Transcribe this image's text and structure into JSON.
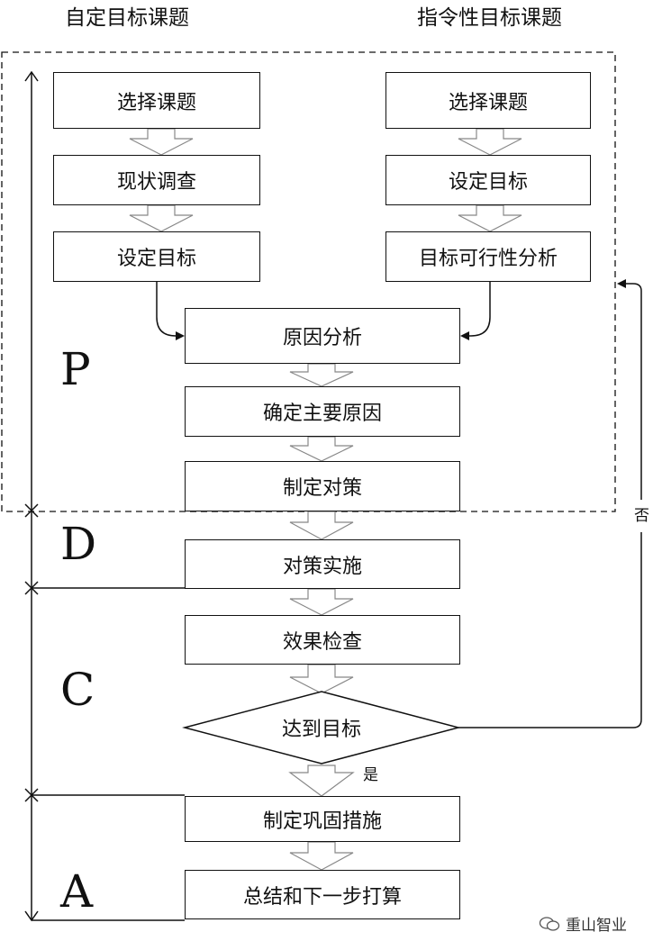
{
  "titles": {
    "left": "自定目标课题",
    "right": "指令性目标课题"
  },
  "left_flow": {
    "step1": "选择课题",
    "step2": "现状调查",
    "step3": "设定目标"
  },
  "right_flow": {
    "step1": "选择课题",
    "step2": "设定目标",
    "step3": "目标可行性分析"
  },
  "main_flow": {
    "cause_analysis": "原因分析",
    "main_cause": "确定主要原因",
    "countermeasure": "制定对策",
    "implement": "对策实施",
    "check": "效果检查",
    "decision": "达到目标",
    "consolidate": "制定巩固措施",
    "summary": "总结和下一步打算"
  },
  "branches": {
    "yes": "是",
    "no": "否"
  },
  "phases": {
    "p": "P",
    "d": "D",
    "c": "C",
    "a": "A"
  },
  "watermark": {
    "text": "重山智业"
  }
}
